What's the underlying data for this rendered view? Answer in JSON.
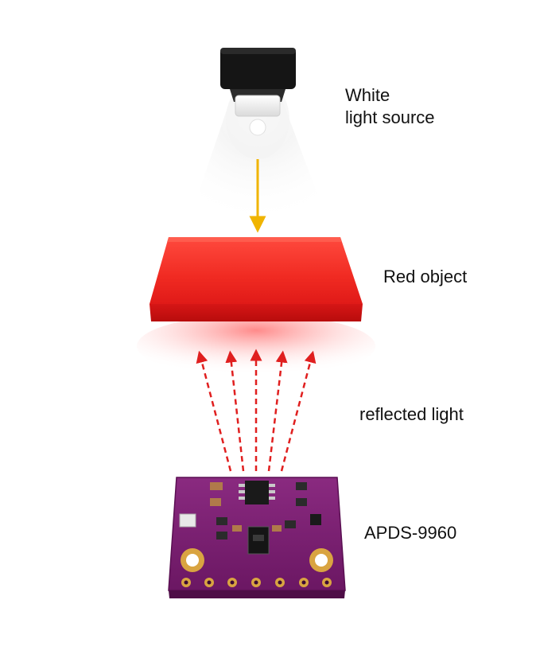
{
  "labels": {
    "light_source": [
      "White",
      "light source"
    ],
    "object": "Red object",
    "reflected": "reflected light",
    "sensor": "APDS-9960"
  },
  "colors": {
    "background": "#ffffff",
    "lamp_housing": "#151515",
    "incident_arrow": "#f0b400",
    "object_red": "#e81818",
    "reflected_arrow": "#e01f1f",
    "pcb_purple": "#7a1e70",
    "pad_gold": "#d9a441"
  },
  "diagram": {
    "incident_arrows": 1,
    "reflected_arrows": 5,
    "header_pins": 7
  }
}
